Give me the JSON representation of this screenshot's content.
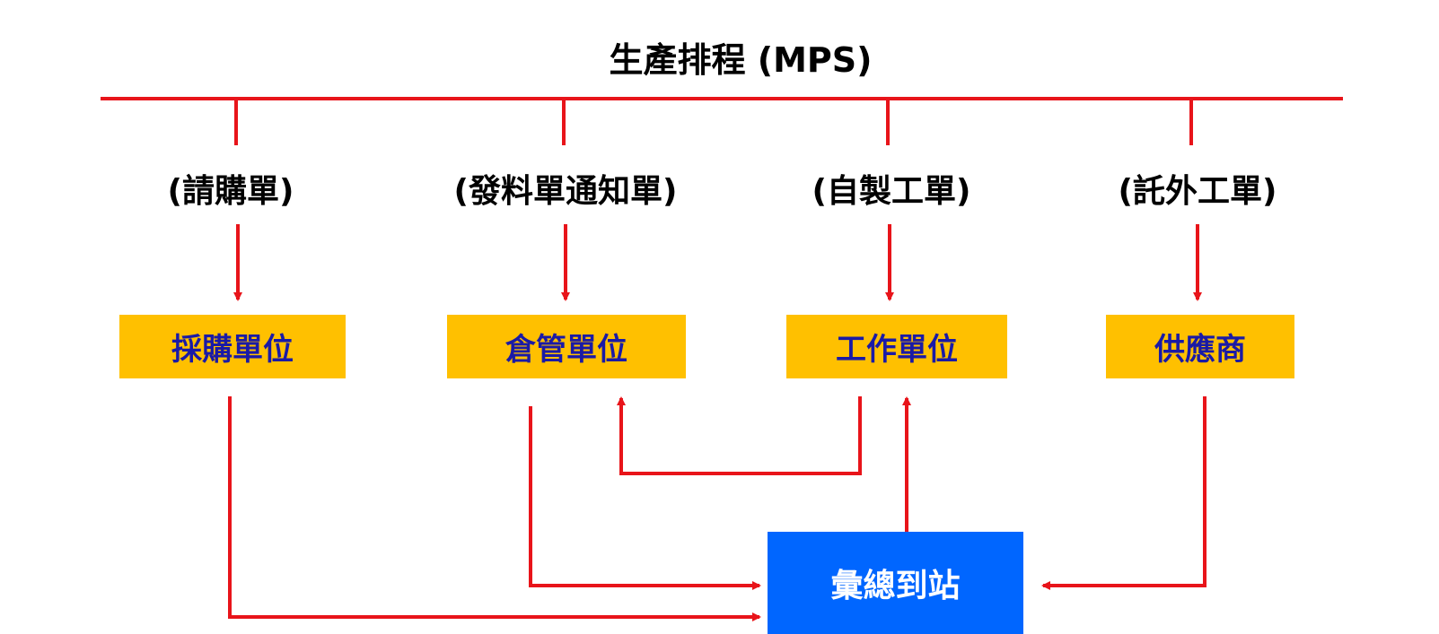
{
  "title": "生產排程 (MPS)",
  "documents": [
    "(請購單)",
    "(發料單通知單)",
    "(自製工單)",
    "(託外工單)"
  ],
  "units": [
    "採購單位",
    "倉管單位",
    "工作單位",
    "供應商"
  ],
  "hub": "彙總到站",
  "colors": {
    "line": "#e8141a",
    "unit_fill": "#ffc000",
    "unit_text": "#1a1aa6",
    "hub_fill": "#0066ff",
    "hub_text": "#ffffff"
  }
}
